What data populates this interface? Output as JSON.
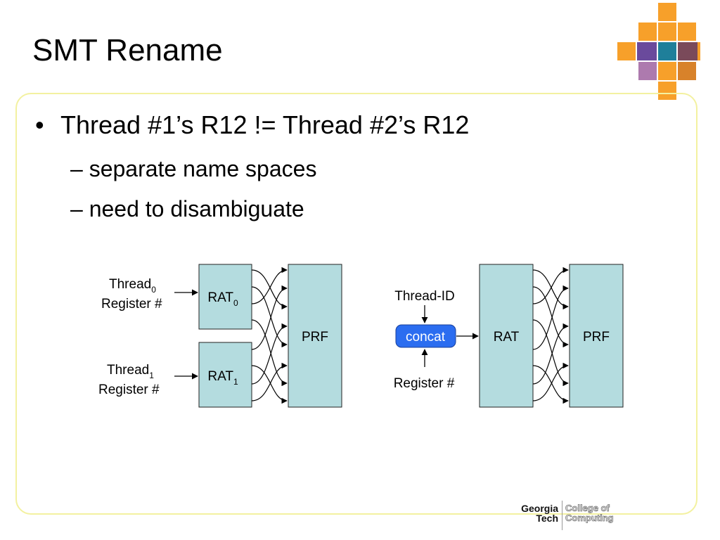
{
  "slide": {
    "title": "SMT Rename",
    "bullet": "Thread #1’s R12 != Thread #2’s R12",
    "bullet_marker": "•",
    "subbullets": [
      "– separate name spaces",
      "– need to disambiguate"
    ]
  },
  "diagram_left": {
    "thread0_label": "Thread",
    "thread0_sub": "0",
    "thread0_line2": "Register #",
    "thread1_label": "Thread",
    "thread1_sub": "1",
    "thread1_line2": "Register #",
    "rat0_label": "RAT",
    "rat0_sub": "0",
    "rat1_label": "RAT",
    "rat1_sub": "1",
    "prf_label": "PRF"
  },
  "diagram_right": {
    "thread_id_label": "Thread-ID",
    "concat_label": "concat",
    "register_label": "Register #",
    "rat_label": "RAT",
    "prf_label": "PRF"
  },
  "logo": {
    "line1": "Georgia",
    "line2": "Tech",
    "college_line1": "College of",
    "college_line2": "Computing"
  },
  "colors": {
    "box_fill": "#b4dcdf",
    "concat_fill": "#2b6df0",
    "frame_border": "#f3f1a0",
    "decor_orange": "#f7a02a"
  }
}
